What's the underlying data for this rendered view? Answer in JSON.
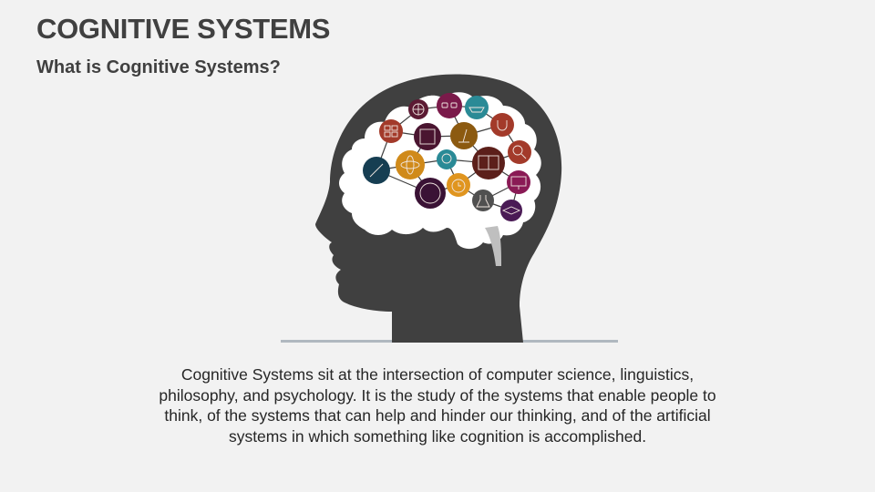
{
  "slide": {
    "title": "COGNITIVE SYSTEMS",
    "subtitle": "What is Cognitive Systems?",
    "description": "Cognitive Systems sit at the intersection of computer science, linguistics, philosophy, and psychology. It is the study of the systems that enable people to think, of the systems that can help and hinder our thinking, and of the artificial systems in which something like cognition is accomplished."
  },
  "illustration": {
    "head_color": "#404040",
    "brain_color": "#ffffff",
    "stem_color": "#bfbfbf",
    "base_line_color": "#b0b8c0",
    "nodes": [
      {
        "icon": "globe-icon",
        "color": "#5c1a33"
      },
      {
        "icon": "glasses-icon",
        "color": "#7a1a4a"
      },
      {
        "icon": "paper-boat-icon",
        "color": "#2a8a96"
      },
      {
        "icon": "calculator-icon",
        "color": "#a33a2a"
      },
      {
        "icon": "abacus-icon",
        "color": "#4a1530"
      },
      {
        "icon": "microscope-icon",
        "color": "#8c5a10"
      },
      {
        "icon": "magnet-icon",
        "color": "#a33a2a"
      },
      {
        "icon": "pencil-icon",
        "color": "#163e52"
      },
      {
        "icon": "atom-icon",
        "color": "#d08a1a"
      },
      {
        "icon": "lightbulb-icon",
        "color": "#2a8a96"
      },
      {
        "icon": "book-icon",
        "color": "#5c1f1a"
      },
      {
        "icon": "magnifier-icon",
        "color": "#a33a2a"
      },
      {
        "icon": "soccer-ball-icon",
        "color": "#3a1235"
      },
      {
        "icon": "alarm-clock-icon",
        "color": "#e0951f"
      },
      {
        "icon": "flask-icon",
        "color": "#505050"
      },
      {
        "icon": "monitor-icon",
        "color": "#8a1a55"
      },
      {
        "icon": "graduation-cap-icon",
        "color": "#4a1a55"
      }
    ]
  }
}
